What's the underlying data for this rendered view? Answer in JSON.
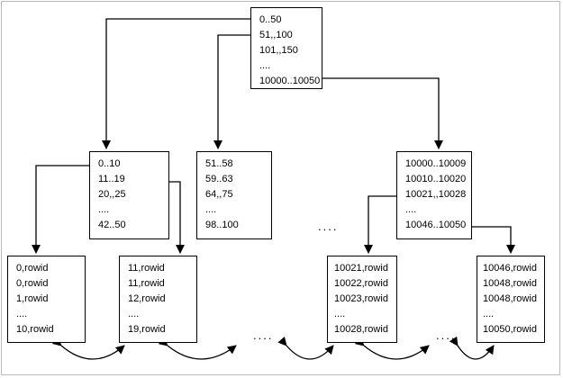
{
  "root": {
    "lines": [
      "0..50",
      "51,,100",
      "101,,150",
      "....",
      "10000..10050"
    ]
  },
  "branches": [
    {
      "lines": [
        "0..10",
        "11..19",
        "20,,25",
        "....",
        "42..50"
      ]
    },
    {
      "lines": [
        "51..58",
        "59..63",
        "64,,75",
        "....",
        "98..100"
      ]
    },
    {
      "lines": [
        "10000..10009",
        "10010..10020",
        "10021,,10028",
        "....",
        "10046..10050"
      ]
    }
  ],
  "leaves": [
    {
      "lines": [
        "0,rowid",
        "0,rowid",
        "1,rowid",
        "....",
        "10,rowid"
      ]
    },
    {
      "lines": [
        "11,rowid",
        "11,rowid",
        "12,rowid",
        "....",
        "19,rowid"
      ]
    },
    {
      "lines": [
        "10021,rowid",
        "10022,rowid",
        "10023,rowid",
        "....",
        "10028,rowid"
      ]
    },
    {
      "lines": [
        "10046,rowid",
        "10048,rowid",
        "10048,rowid",
        "....",
        "10050,rowid"
      ]
    }
  ],
  "ellipses": {
    "branch_gap": "....",
    "leaf_gap_left": "....",
    "leaf_gap_right": "...."
  }
}
